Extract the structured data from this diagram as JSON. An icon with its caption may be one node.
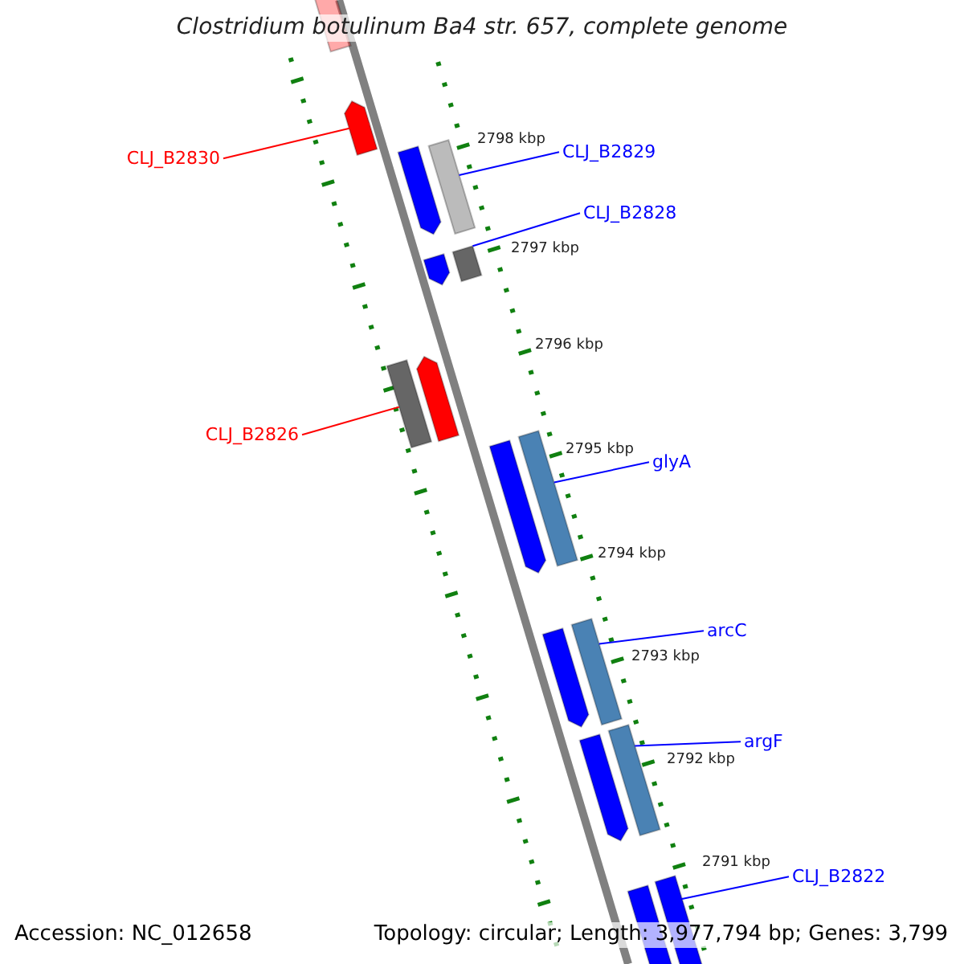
{
  "diagram": {
    "title": "Clostridium botulinum Ba4 str. 657, complete genome",
    "nodes": [
      {
        "text": [
          "CLJ_B2830"
        ]
      },
      {
        "text": [
          "CLJ_B2829"
        ]
      },
      {
        "text": [
          "CLJ_B2828"
        ]
      },
      {
        "text": [
          "CLJ_B2826"
        ]
      },
      {
        "text": [
          "glyA"
        ]
      },
      {
        "text": [
          "arcC"
        ]
      },
      {
        "text": [
          "argF"
        ]
      },
      {
        "text": [
          "CLJ_B2822"
        ]
      },
      {
        "text": [],
        "shape": "bar"
      },
      {
        "text": [],
        "shape": "bar"
      },
      {
        "text": [],
        "shape": "bar"
      },
      {
        "text": [],
        "shape": "bar"
      },
      {
        "text": [],
        "shape": "bar"
      },
      {
        "text": [],
        "shape": "bar"
      },
      {
        "text": [],
        "shape": "bar"
      },
      {
        "text": [],
        "shape": "bar"
      },
      {
        "text": [],
        "shape": "bar"
      },
      {
        "text": [],
        "shape": "bar"
      },
      {
        "text": [],
        "shape": "bar"
      },
      {
        "text": [],
        "shape": "bar"
      },
      {
        "text": [],
        "shape": "bar"
      },
      {
        "text": [],
        "shape": "bar"
      },
      {
        "text": [],
        "shape": "bar"
      },
      {
        "text": [],
        "shape": "bar"
      }
    ],
    "edges": [
      {
        "from": 0,
        "to": 9,
        "arrow": "none",
        "color": "#ff0000"
      },
      {
        "from": 1,
        "to": 11,
        "arrow": "none"
      },
      {
        "from": 2,
        "to": 13,
        "arrow": "none"
      },
      {
        "from": 3,
        "to": 14,
        "arrow": "none",
        "color": "#ff0000"
      },
      {
        "from": 4,
        "to": 17,
        "arrow": "none"
      },
      {
        "from": 5,
        "to": 19,
        "arrow": "none"
      },
      {
        "from": 6,
        "to": 21,
        "arrow": "none"
      },
      {
        "from": 7,
        "to": 23,
        "arrow": "none"
      }
    ],
    "labels": [
      "2798 kbp",
      "2797 kbp",
      "2796 kbp",
      "2795 kbp",
      "2794 kbp",
      "2793 kbp",
      "2792 kbp",
      "2791 kbp",
      "Accession: NC_012658",
      "Topology: circular; Length: 3,977,794 bp; Genes: 3,799"
    ]
  }
}
